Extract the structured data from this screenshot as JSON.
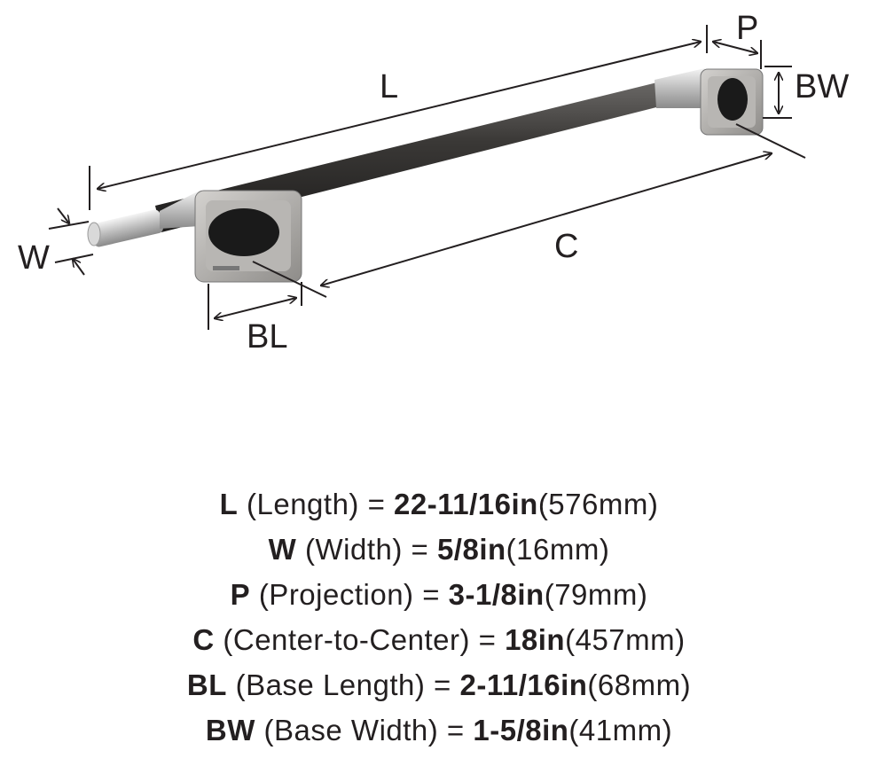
{
  "diagram": {
    "labels": {
      "L": "L",
      "P": "P",
      "BW": "BW",
      "W": "W",
      "C": "C",
      "BL": "BL"
    }
  },
  "specs": [
    {
      "code": "L",
      "name": "(Length) = ",
      "imperial": "22-11/16in",
      "metric": "(576mm)"
    },
    {
      "code": "W",
      "name": "(Width) = ",
      "imperial": "5/8in",
      "metric": "(16mm)"
    },
    {
      "code": "P",
      "name": "(Projection) = ",
      "imperial": "3-1/8in",
      "metric": "(79mm)"
    },
    {
      "code": "C",
      "name": "(Center-to-Center) = ",
      "imperial": "18in",
      "metric": "(457mm)"
    },
    {
      "code": "BL",
      "name": "(Base Length) = ",
      "imperial": "2-11/16in",
      "metric": "(68mm)"
    },
    {
      "code": "BW",
      "name": "(Base Width) = ",
      "imperial": "1-5/8in",
      "metric": "(41mm)"
    }
  ]
}
